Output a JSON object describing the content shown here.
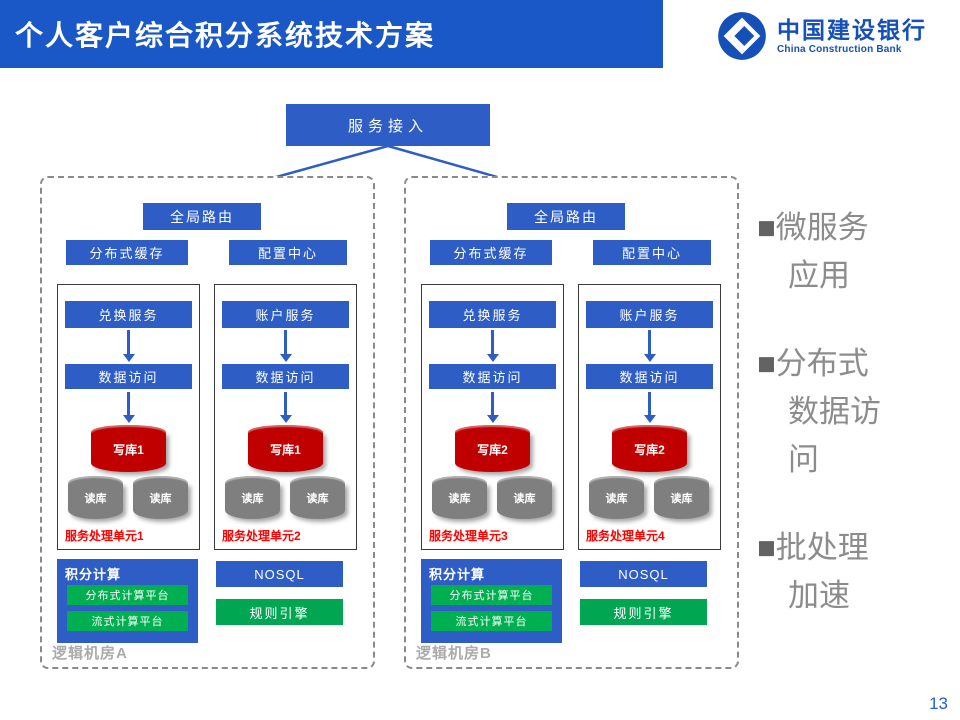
{
  "page": {
    "number": "13"
  },
  "header": {
    "title": "个人客户综合积分系统技术方案",
    "bank": {
      "name_cn": "中国建设银行",
      "name_en": "China Construction Bank"
    }
  },
  "diagram": {
    "service_access": "服务接入",
    "datacenters": [
      {
        "label": "逻辑机房A",
        "global_routing": "全局路由",
        "distributed_cache": "分布式缓存",
        "config_center": "配置中心",
        "units": [
          {
            "service": "兑换服务",
            "data_access": "数据访问",
            "write_db": "写库1",
            "read_db1": "读库",
            "read_db2": "读库",
            "caption": "服务处理单元1"
          },
          {
            "service": "账户服务",
            "data_access": "数据访问",
            "write_db": "写库1",
            "read_db1": "读库",
            "read_db2": "读库",
            "caption": "服务处理单元2"
          }
        ],
        "points_calc": {
          "title": "积分计算",
          "platform1": "分布式计算平台",
          "platform2": "流式计算平台"
        },
        "nosql": "NOSQL",
        "rules_engine": "规则引擎"
      },
      {
        "label": "逻辑机房B",
        "global_routing": "全局路由",
        "distributed_cache": "分布式缓存",
        "config_center": "配置中心",
        "units": [
          {
            "service": "兑换服务",
            "data_access": "数据访问",
            "write_db": "写库2",
            "read_db1": "读库",
            "read_db2": "读库",
            "caption": "服务处理单元3"
          },
          {
            "service": "账户服务",
            "data_access": "数据访问",
            "write_db": "写库2",
            "read_db1": "读库",
            "read_db2": "读库",
            "caption": "服务处理单元4"
          }
        ],
        "points_calc": {
          "title": "积分计算",
          "platform1": "分布式计算平台",
          "platform2": "流式计算平台"
        },
        "nosql": "NOSQL",
        "rules_engine": "规则引擎"
      }
    ]
  },
  "bullets": [
    {
      "marker": "■",
      "lines": [
        "微服务",
        "应用"
      ]
    },
    {
      "marker": "■",
      "lines": [
        "分布式",
        "数据访",
        "问"
      ]
    },
    {
      "marker": "■",
      "lines": [
        "批处理",
        "加速"
      ]
    }
  ],
  "colors": {
    "header_blue": "#1A57C7",
    "box_blue": "#2E5EC5",
    "arrow_blue": "#2E5EC5",
    "red_db": "#C00000",
    "gray_db": "#7F7F7F",
    "green_bright": "#00B050",
    "green_dark": "#00A651",
    "caption_red": "#FF0000",
    "bullet_gray": "#8C8C8C",
    "logo_blue": "#1550B8"
  }
}
